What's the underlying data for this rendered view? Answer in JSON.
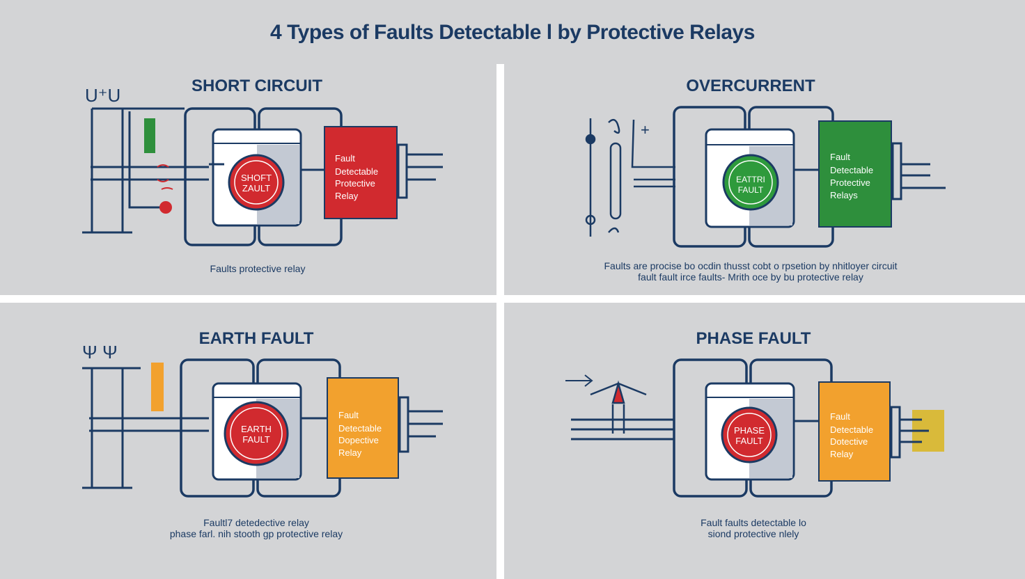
{
  "title": "4 Types of Faults Detectable l by Protective Relays",
  "panels": [
    {
      "id": "short-circuit",
      "title": "SHORT CIRCUIT",
      "symbol": "U⁺U",
      "button_lines": [
        "SHOFT",
        "ZAULT"
      ],
      "box_lines": [
        "Fault",
        "Detectable",
        "Protective",
        "Relay"
      ],
      "caption_lines": [
        "Faults protective relay"
      ],
      "button_color": "#d12a2f",
      "box_color": "#d12a2f"
    },
    {
      "id": "overcurrent",
      "title": "OVERCURRENT",
      "symbol": "+",
      "button_lines": [
        "EATTRI",
        "FAULT"
      ],
      "box_lines": [
        "Fault",
        "Detectable",
        "Protective",
        "Relays"
      ],
      "caption_lines": [
        "Faults are procise bo ocdin thusst cobt o rpsetion by nhitloyer circuit",
        "fault fault irce faults- Mrith oce by bu protective relay"
      ],
      "button_color": "#2e9a3c",
      "box_color": "#2e8f3c"
    },
    {
      "id": "earth-fault",
      "title": "EARTH FAULT",
      "symbol": "Ψ Ψ",
      "button_lines": [
        "EARTH",
        "FAULT"
      ],
      "box_lines": [
        "Fault",
        "Detectable",
        "Dopective",
        "Relay"
      ],
      "caption_lines": [
        "Faultl7 detedective relay",
        "phase farl. nih stooth gp protective relay"
      ],
      "button_color": "#d12a2f",
      "box_color": "#f2a12e"
    },
    {
      "id": "phase-fault",
      "title": "PHASE FAULT",
      "symbol": "",
      "button_lines": [
        "PHASE",
        "FAULT"
      ],
      "box_lines": [
        "Fault",
        "Detectable",
        "Dotective",
        "Relay"
      ],
      "caption_lines": [
        "Fault faults detectable lo",
        "siond protective nlely"
      ],
      "button_color": "#d12a2f",
      "box_color": "#f2a12e"
    }
  ],
  "colors": {
    "navy": "#1b3a63",
    "background": "#d3d4d6",
    "divider": "#ffffff"
  }
}
